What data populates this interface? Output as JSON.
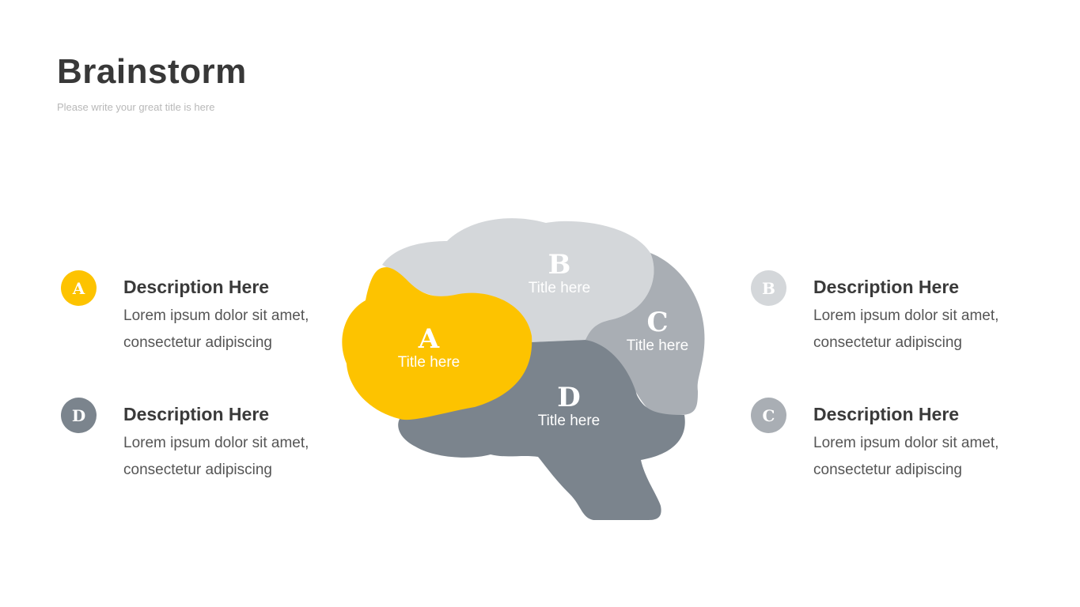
{
  "header": {
    "title": "Brainstorm",
    "subtitle": "Please write your great title is here"
  },
  "colors": {
    "a": "#fdc300",
    "b": "#d4d7da",
    "c": "#a9aeb4",
    "d": "#7b848d"
  },
  "brain": {
    "a": {
      "letter": "A",
      "title": "Title here"
    },
    "b": {
      "letter": "B",
      "title": "Title here"
    },
    "c": {
      "letter": "C",
      "title": "Title here"
    },
    "d": {
      "letter": "D",
      "title": "Title here"
    }
  },
  "items": {
    "a": {
      "badge": "A",
      "heading": "Description Here",
      "line1": "Lorem ipsum dolor sit amet,",
      "line2": "consectetur adipiscing"
    },
    "d": {
      "badge": "D",
      "heading": "Description Here",
      "line1": "Lorem ipsum dolor sit amet,",
      "line2": "consectetur adipiscing"
    },
    "b": {
      "badge": "B",
      "heading": "Description Here",
      "line1": "Lorem ipsum dolor sit amet,",
      "line2": "consectetur adipiscing"
    },
    "c": {
      "badge": "C",
      "heading": "Description Here",
      "line1": "Lorem ipsum dolor sit amet,",
      "line2": "consectetur adipiscing"
    }
  }
}
